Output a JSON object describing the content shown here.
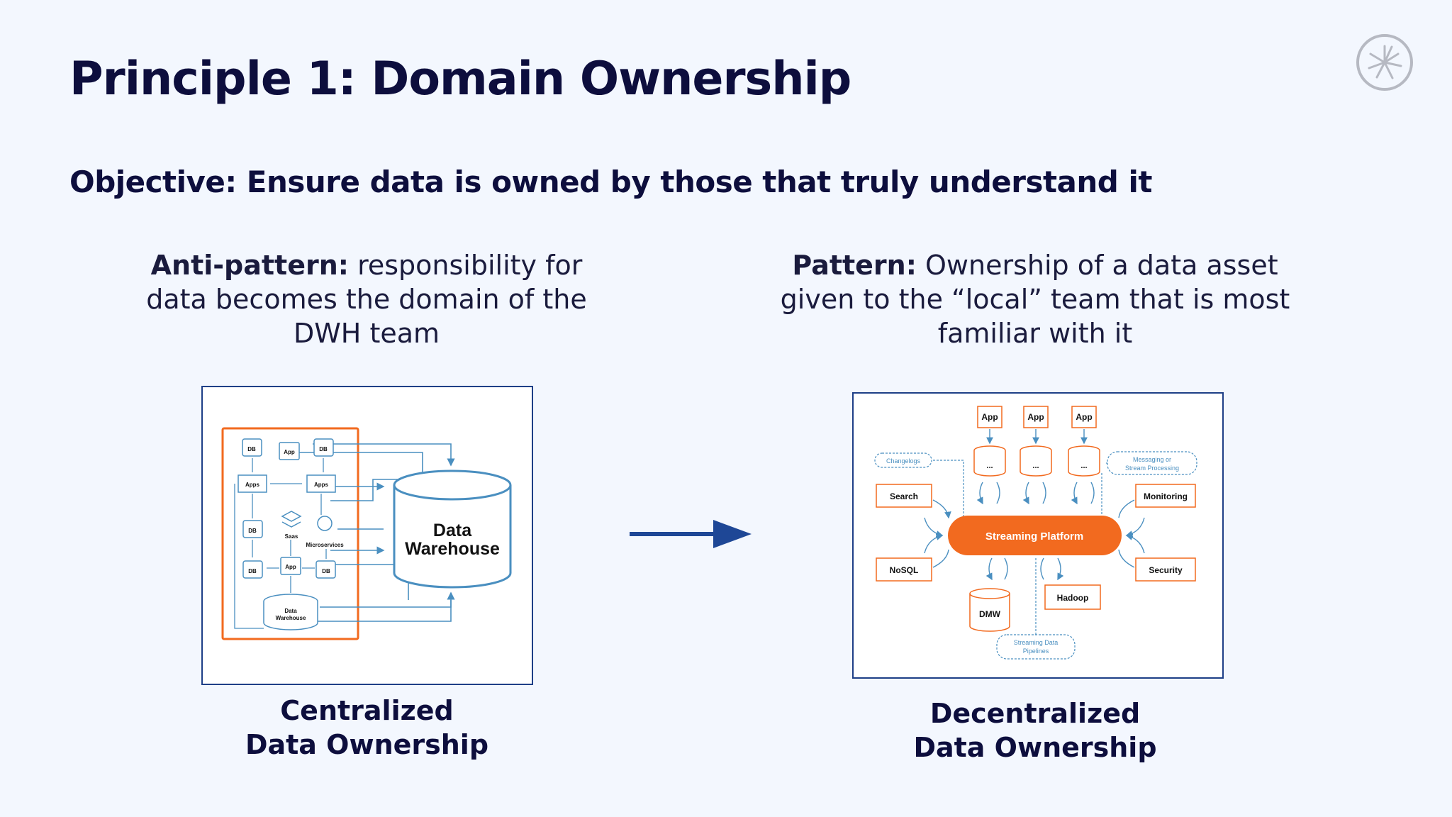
{
  "slide": {
    "title": "Principle 1: Domain Ownership",
    "objective": "Objective: Ensure data is owned by those that truly understand it"
  },
  "left": {
    "caption_bold": "Anti-pattern:",
    "caption_rest": " responsibility for data becomes the domain of the DWH team",
    "subtitle_line1": "Centralized",
    "subtitle_line2": "Data Ownership",
    "diagram": {
      "nodes": {
        "db": "DB",
        "app": "App",
        "apps": "Apps",
        "saas": "Saas",
        "microservices": "Microservices",
        "small_dw_line1": "Data",
        "small_dw_line2": "Warehouse",
        "dw_line1": "Data",
        "dw_line2": "Warehouse"
      }
    }
  },
  "right": {
    "caption_bold": "Pattern:",
    "caption_rest": " Ownership of a data asset given to the “local” team that is most familiar with it",
    "subtitle_line1": "Decentralized",
    "subtitle_line2": "Data Ownership",
    "diagram": {
      "apps": [
        "App",
        "App",
        "App"
      ],
      "ellipsis": "...",
      "changelogs": "Changelogs",
      "messaging_line1": "Messaging or",
      "messaging_line2": "Stream Processing",
      "search": "Search",
      "monitoring": "Monitoring",
      "platform": "Streaming Platform",
      "nosql": "NoSQL",
      "security": "Security",
      "dmw": "DMW",
      "hadoop": "Hadoop",
      "pipelines_line1": "Streaming Data",
      "pipelines_line2": "Pipelines"
    }
  },
  "colors": {
    "navy": "#0d0e3d",
    "arrow": "#1e4796",
    "orange": "#f26a1f",
    "diagram_blue": "#4a8fc0",
    "logo_gray": "#b6b9c2"
  },
  "icons": {
    "logo": "confluent-logo-icon",
    "arrow": "right-arrow-icon"
  }
}
